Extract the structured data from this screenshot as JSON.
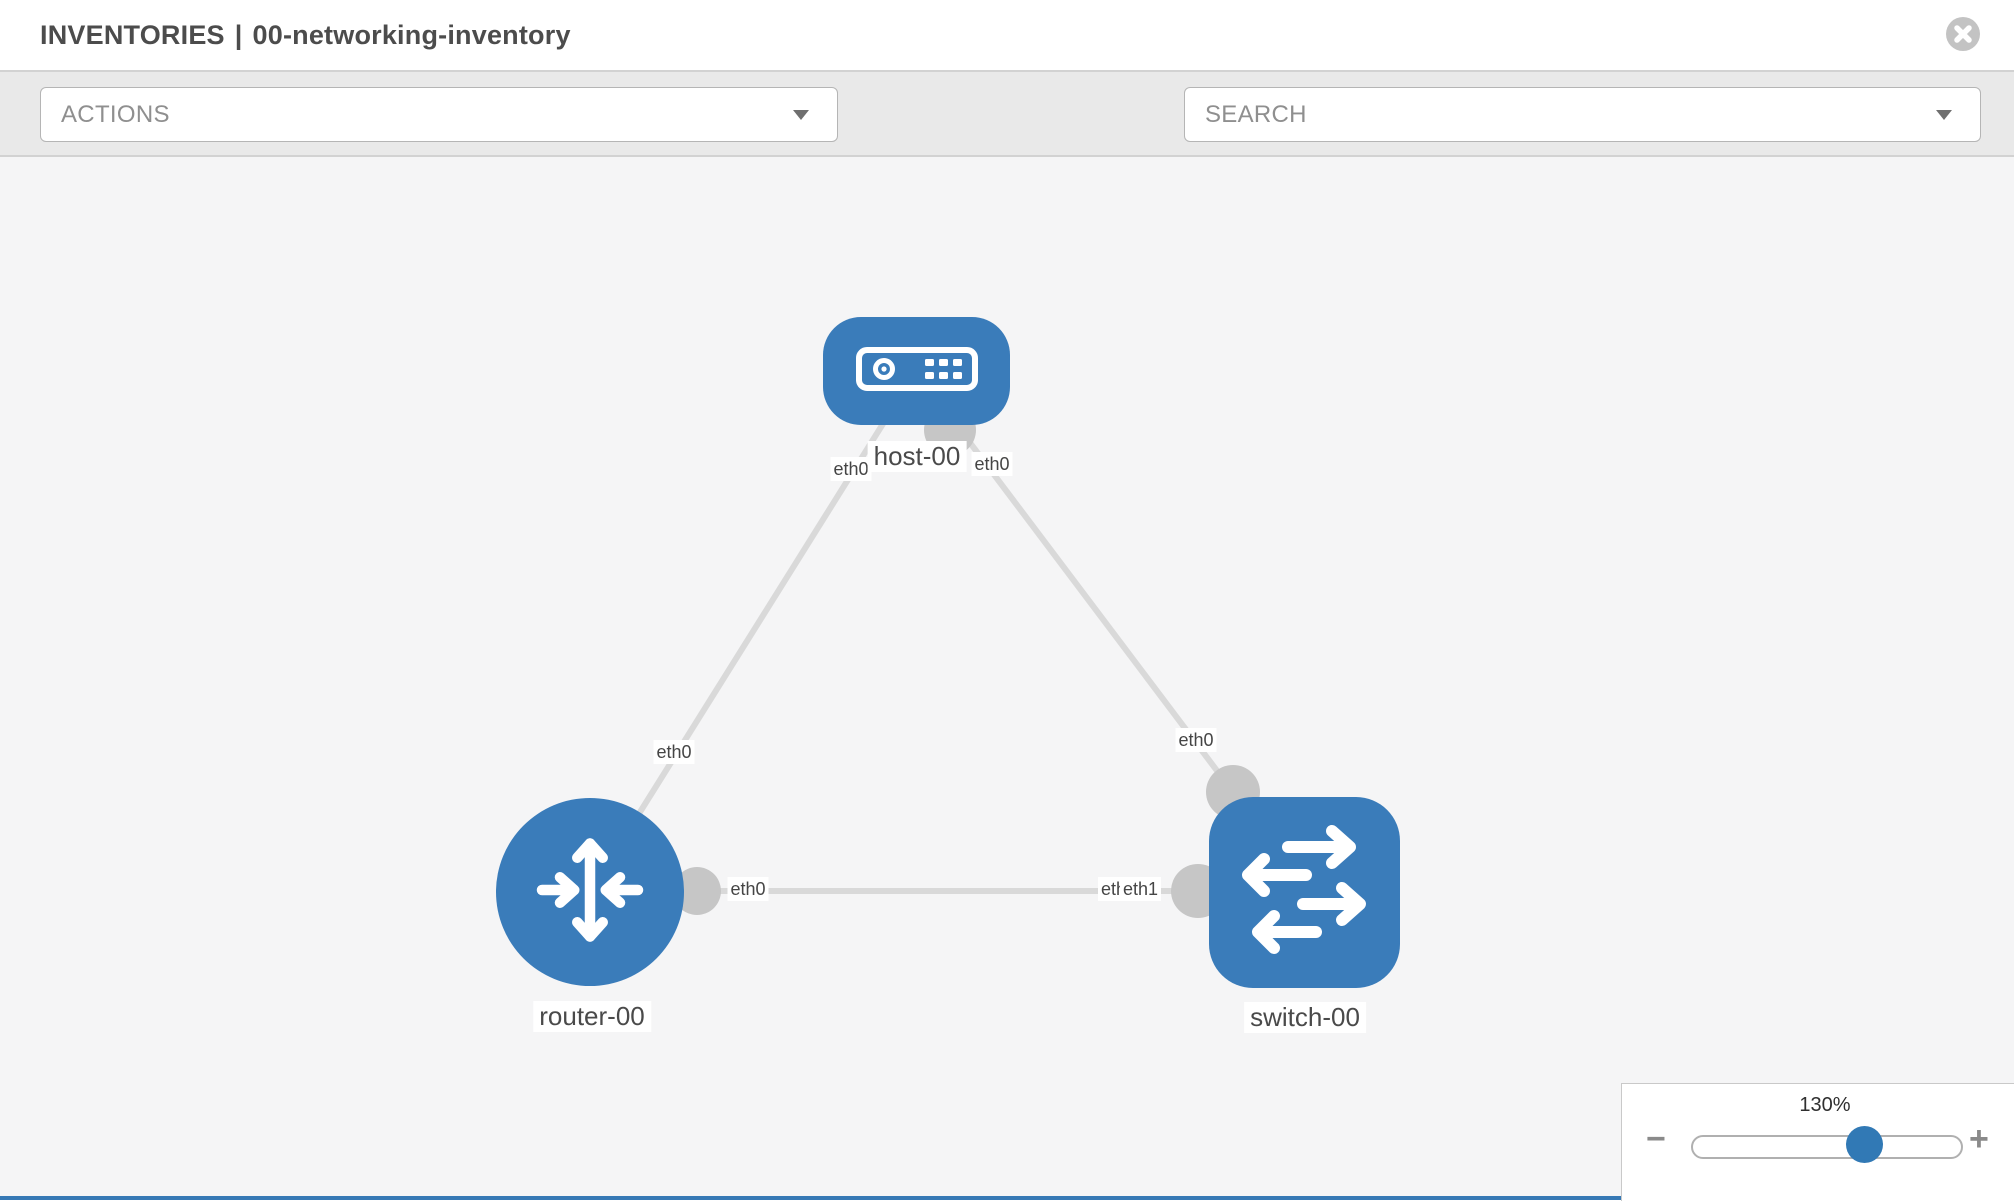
{
  "header": {
    "section": "INVENTORIES",
    "separator": "|",
    "inventory_name": "00-networking-inventory"
  },
  "toolbar": {
    "actions": {
      "label": "ACTIONS"
    },
    "search": {
      "placeholder": "SEARCH"
    }
  },
  "topology": {
    "nodes": [
      {
        "id": "host-00",
        "type": "host",
        "label": "host-00"
      },
      {
        "id": "router-00",
        "type": "router",
        "label": "router-00"
      },
      {
        "id": "switch-00",
        "type": "switch",
        "label": "switch-00"
      }
    ],
    "links": [
      {
        "from": "host-00",
        "to": "router-00"
      },
      {
        "from": "host-00",
        "to": "switch-00"
      },
      {
        "from": "router-00",
        "to": "switch-00"
      }
    ],
    "iface_labels": [
      {
        "text": "eth0",
        "link": 0,
        "end": "host-00"
      },
      {
        "text": "eth0",
        "link": 1,
        "end": "host-00"
      },
      {
        "text": "eth0",
        "link": 0,
        "end": "router-00"
      },
      {
        "text": "eth0",
        "link": 1,
        "end": "switch-00"
      },
      {
        "text": "eth0",
        "link": 2,
        "end": "router-00"
      },
      {
        "text": "eth1",
        "link": 2,
        "end": "switch-00",
        "partially_hidden": true
      },
      {
        "text": "eth1",
        "link": 2,
        "end": "switch-00"
      }
    ]
  },
  "zoom_control": {
    "value": "130%",
    "decrease": "−",
    "increase": "+"
  },
  "colors": {
    "node_blue": "#3a7cba",
    "link_gray": "#d9d9d9",
    "port_gray": "#c6c6c6",
    "thumb_blue": "#3179b5",
    "toolbar_gray": "#e9e9e9",
    "canvas_gray": "#f5f5f6"
  }
}
